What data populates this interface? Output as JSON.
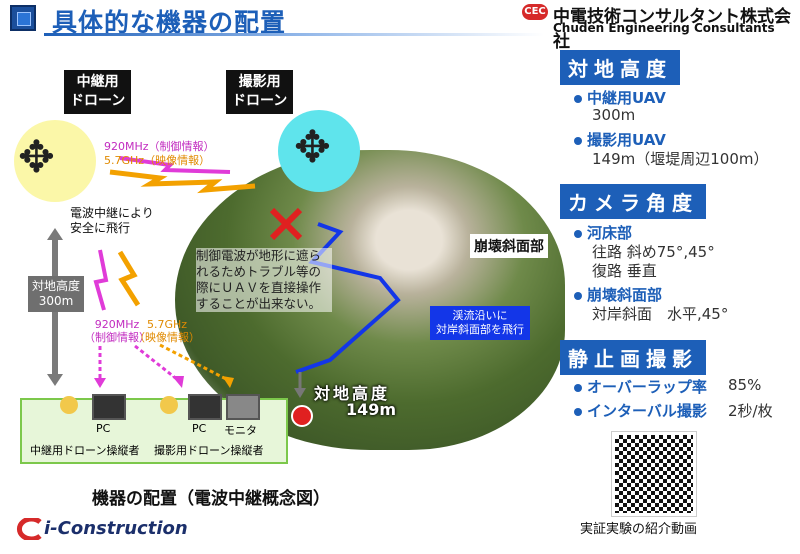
{
  "header": {
    "title": "具体的な機器の配置",
    "logo_text": "CEC",
    "company_ja": "中電技術コンサルタント株式会社",
    "company_en": "Chuden Engineering Consultants"
  },
  "diagram": {
    "relay_drone_label": [
      "中継用",
      "ドローン"
    ],
    "camera_drone_label": [
      "撮影用",
      "ドローン"
    ],
    "freq_control_top": "920MHz（制御情報）",
    "freq_video_top": "5.7GHz（映像情報）",
    "relay_note": [
      "電波中継により",
      "安全に飛行"
    ],
    "altitude_label": [
      "対地高度",
      "300m"
    ],
    "freq_control_bottom": [
      "920MHz",
      "（制御情報）"
    ],
    "freq_video_bottom": [
      "5.7GHz",
      "（映像情報）"
    ],
    "warning_text": "制御電波が地形に遮られるためトラブル等の際にＵＡＶを直接操作することが出来ない。",
    "collapse_label": "崩壊斜面部",
    "flight_note": [
      "渓流沿いに",
      "対岸斜面部を飛行"
    ],
    "ground_altitude": [
      "対地高度",
      "149m"
    ],
    "pc1": "PC",
    "pc2": "PC",
    "monitor": "モニタ",
    "operator_relay": "中継用ドローン操縦者",
    "operator_camera": "撮影用ドローン操縦者",
    "caption": "機器の配置（電波中継概念図）"
  },
  "panel": {
    "sec1_title": "対地高度",
    "relay_uav": "中継用UAV",
    "relay_uav_val": "300m",
    "camera_uav": "撮影用UAV",
    "camera_uav_val": "149m（堰堤周辺100m）",
    "sec2_title": "カメラ角度",
    "riverbed": "河床部",
    "riverbed_val1": "往路 斜め75°,45°",
    "riverbed_val2": "復路 垂直",
    "slope": "崩壊斜面部",
    "slope_val": "対岸斜面　水平,45°",
    "sec3_title": "静止画撮影",
    "overlap_label": "オーバーラップ率",
    "overlap_val": "85%",
    "interval_label": "インターバル撮影",
    "interval_val": "2秒/枚",
    "qr_caption": "実証実験の紹介動画"
  },
  "footer": {
    "brand": "i-Construction"
  },
  "colors": {
    "accent": "#1d5fb8",
    "brand_red": "#d62a2a"
  }
}
